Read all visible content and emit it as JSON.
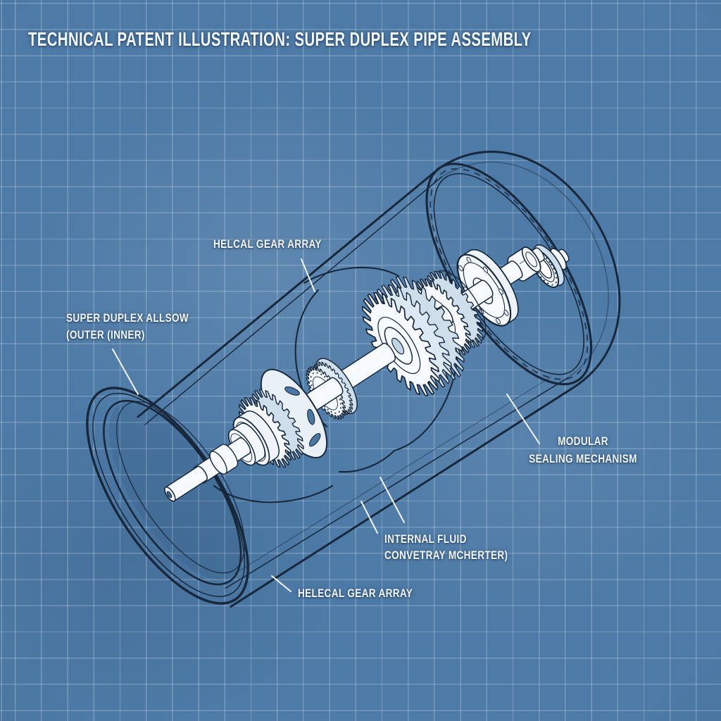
{
  "title": "TECHNICAL PATENT ILLUSTRATION: SUPER DUPLEX PIPE ASSEMBLY",
  "labels": {
    "helical_top": "HELCAL GEAR ARRAY",
    "alloy_line1": "SUPER DUPLEX ALLSOW",
    "alloy_line2": "(OUTER  (INNER)",
    "sealing_line1": "MODULAR",
    "sealing_line2": "SEALING MECHANISM",
    "fluid_line1": "INTERNAL FLUID",
    "fluid_line2": "CONVETRAY MCHERTER)",
    "helical_bottom": "HELECAL GEAR ARRAY"
  },
  "colors": {
    "background": "#4d7aa6",
    "grid_line": "#a8c6dd",
    "ink": "#17273c",
    "label_text": "#f2f7fa",
    "part_fill": "#f6fafc",
    "part_shade": "#cfdeeb",
    "bore_fill": "#c1d4e4"
  }
}
